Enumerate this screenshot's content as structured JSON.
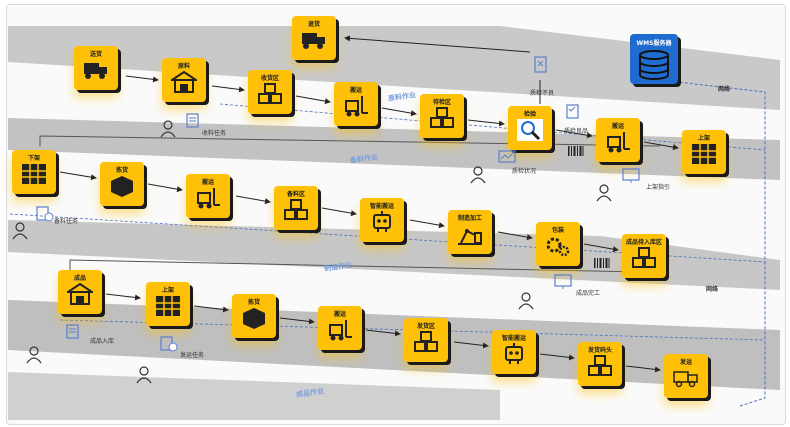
{
  "nodes": {
    "return_ship": "退货",
    "deliver": "送货",
    "receive_material": "原料",
    "receiving_area": "收货区",
    "transport_1": "搬运",
    "inspect_pending": "待检区",
    "inspection": "检验",
    "transport_2": "搬运",
    "shelve_1": "上架",
    "unshelve": "下架",
    "pick_1": "拣货",
    "transport_3": "搬运",
    "staging_area": "备料区",
    "smart_transport_1": "智能搬运",
    "manufacturing": "制造加工",
    "packaging": "包装",
    "fg_pending": "成品待入库区",
    "finished_goods": "成品",
    "shelve_2": "上架",
    "pick_2": "拣货",
    "transport_4": "搬运",
    "shipping_area": "发货区",
    "smart_transport_2": "智能搬运",
    "shipping_dock": "发货码头",
    "ship": "发运"
  },
  "annotations": {
    "receiving_task": "收料任务",
    "qc_bad": "质检不良",
    "qc_good": "质检良品",
    "qc_status": "质检状况",
    "shelve_guide": "上架指引",
    "staging_task": "备料任务",
    "fg_complete": "成品完工",
    "fg_inbound": "成品入库",
    "ship_task": "发运任务"
  },
  "wms": {
    "label": "WMS服务器"
  },
  "network": [
    "网络",
    "网络"
  ],
  "lanes": [
    "原料作业",
    "备料作业",
    "制造作业",
    "成品作业"
  ],
  "colors": {
    "node": "#ffc107",
    "wms": "#1e6ccf",
    "lane_text": "#7aa0e0",
    "dashed": "#4a6fbf"
  }
}
